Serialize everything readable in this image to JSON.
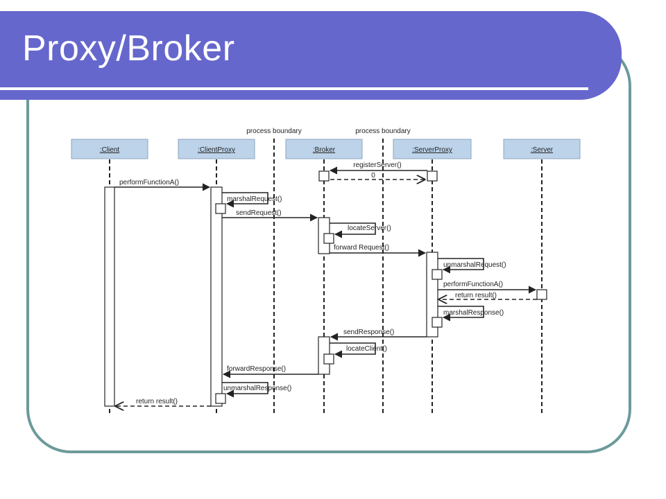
{
  "slide": {
    "title": "Proxy/Broker",
    "colors": {
      "title_bar": "#6667cc",
      "frame_border": "#6c9a9a",
      "lifeline_head": "#bcd3ea"
    }
  },
  "diagram": {
    "boundaries": [
      "process boundary",
      "process boundary"
    ],
    "lifelines": [
      ":Client",
      ":ClientProxy",
      ":Broker",
      ":ServerProxy",
      ":Server"
    ],
    "messages": [
      "registerServer()",
      "0",
      "performFunctionA()",
      "marshalRequest()",
      "sendRequest()",
      "locateServer()",
      "forward Request()",
      "unmarshalRequest()",
      "performFunctionA()",
      "return result()",
      "marshalResponse()",
      "sendResponse()",
      "locateClient()",
      "forwardResponse()",
      "unmarshalResponse()",
      "return result()"
    ]
  }
}
